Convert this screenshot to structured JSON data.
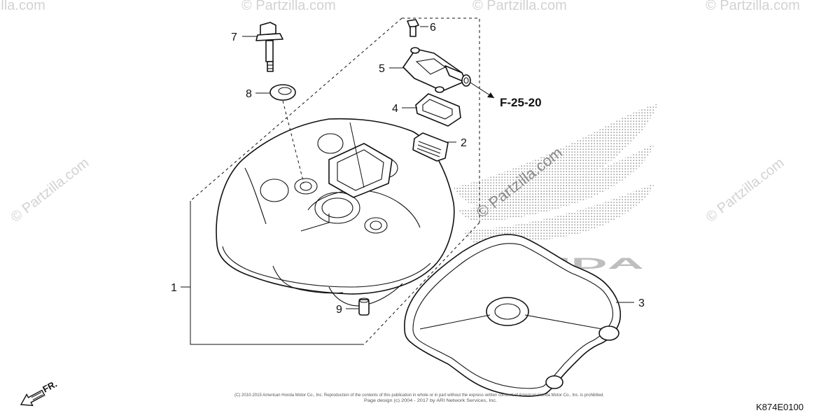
{
  "diagram": {
    "callouts": [
      "1",
      "2",
      "3",
      "4",
      "5",
      "6",
      "7",
      "8",
      "9"
    ],
    "reference_label": "F-25-20",
    "diagram_code": "K874E0100",
    "direction_label": "FR.",
    "watermark_text": "© Partzilla.com",
    "brand_wordmark": "HONDA",
    "copyright_lines": [
      "(C) 2010-2015 American Honda Motor Co., Inc. Reproduction of the contents of this publication in whole or in part without the express written consent of American Honda Motor Co., Inc. is prohibited.",
      "Page design (c) 2004 - 2017 by ARI Network Services, Inc."
    ]
  },
  "colors": {
    "line": "#111111",
    "watermark": "#d2d2d2",
    "wing_dots": "#9a9a9a"
  }
}
